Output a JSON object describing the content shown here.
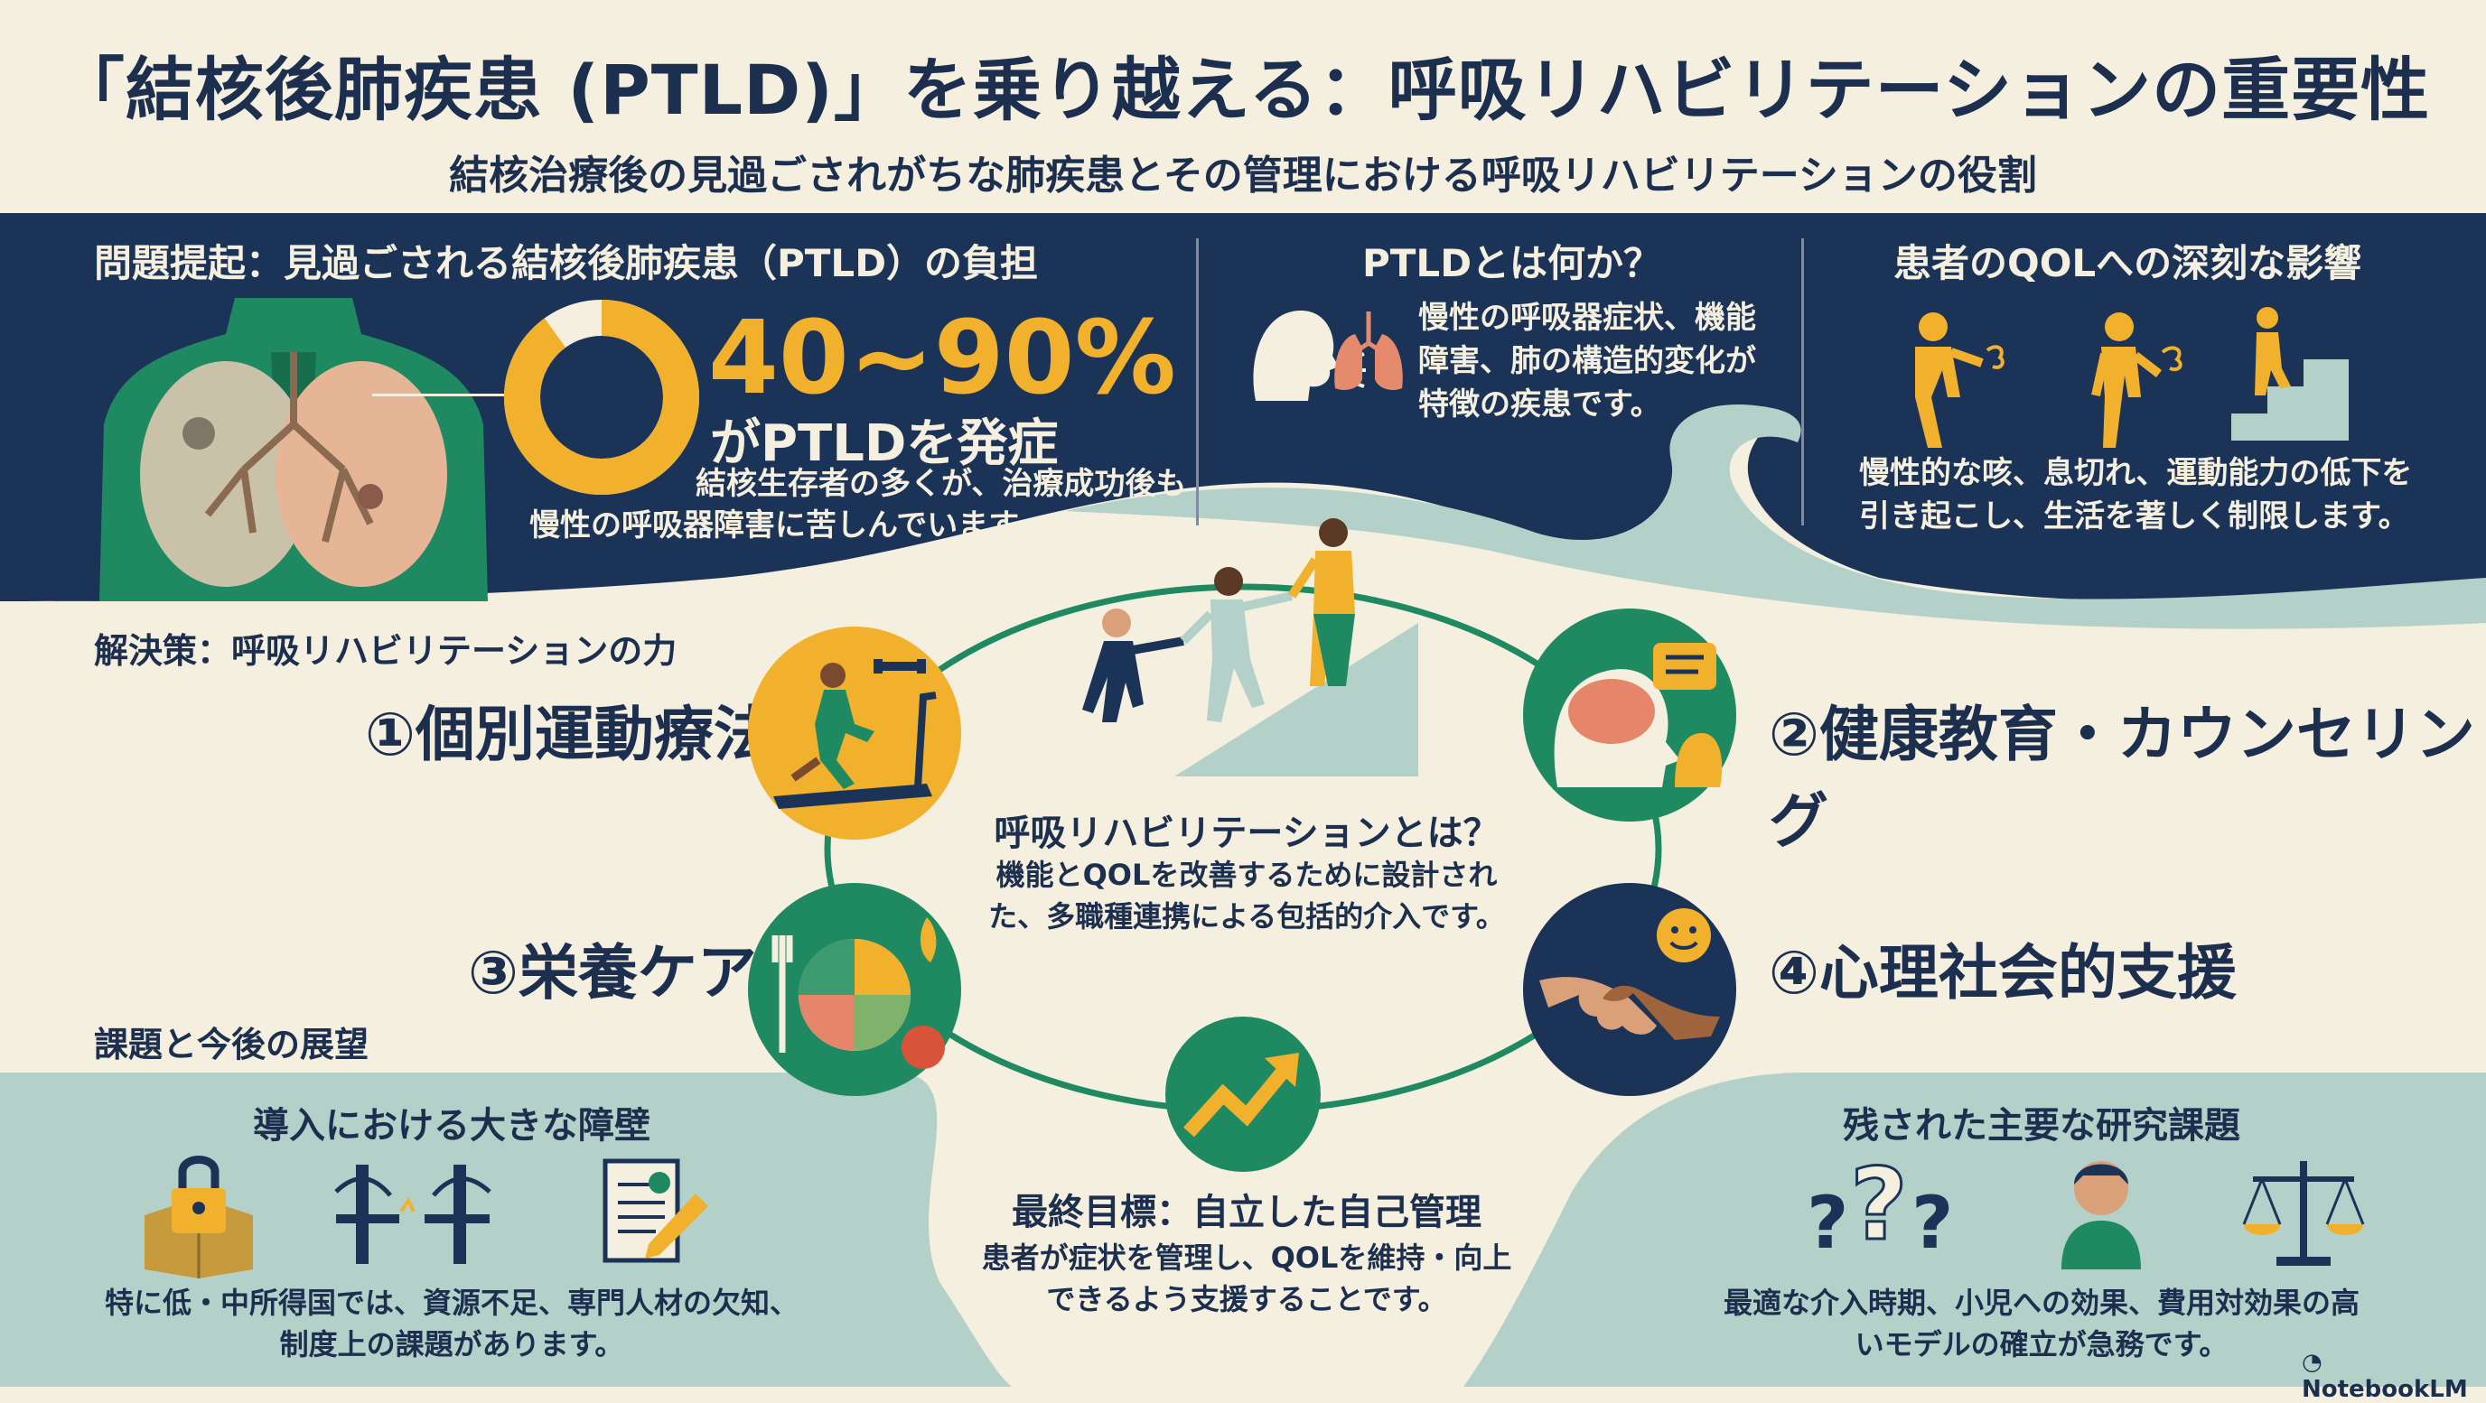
{
  "title": "「結核後肺疾患 (PTLD)」を乗り越える：呼吸リハビリテーションの重要性",
  "subtitle": "結核治療後の見過ごされがちな肺疾患とその管理における呼吸リハビリテーションの役割",
  "problem": {
    "heading": "問題提起：見過ごされる結核後肺疾患（PTLD）の負担",
    "percent": "40~90%",
    "percent_sub": "がPTLDを発症",
    "body_line1": "結核生存者の多くが、治療成功後も",
    "body_line2": "慢性の呼吸器障害に苦しんでいます。",
    "donut_fraction": 0.9
  },
  "what": {
    "heading": "PTLDとは何か？",
    "line1": "慢性の呼吸器症状、機能",
    "line2": "障害、肺の構造的変化が",
    "line3": "特徴の疾患です。"
  },
  "qol": {
    "heading": "患者のQOLへの深刻な影響",
    "line1": "慢性的な咳、息切れ、運動能力の低下を",
    "line2": "引き起こし、生活を著しく制限します。"
  },
  "solution": {
    "heading": "解決策：呼吸リハビリテーションの力",
    "pillar1": "①個別運動療法",
    "pillar2": "②健康教育・カウンセリング",
    "pillar3": "③栄養ケア",
    "pillar4": "④心理社会的支援",
    "center_title": "呼吸リハビリテーションとは？",
    "center_line1": "機能とQOLを改善するために設計され",
    "center_line2": "た、多職種連携による包括的介入です。",
    "goal_title": "最終目標：自立した自己管理",
    "goal_line1": "患者が症状を管理し、QOLを維持・向上",
    "goal_line2": "できるよう支援することです。"
  },
  "future": {
    "heading": "課題と今後の展望",
    "barrier_title": "導入における大きな障壁",
    "barrier_line1": "特に低・中所得国では、資源不足、専門人材の欠知、",
    "barrier_line2": "制度上の課題があります。",
    "research_title": "残された主要な研究課題",
    "research_line1": "最適な介入時期、小児への効果、費用対効果の高",
    "research_line2": "いモデルの確立が急務です。"
  },
  "brand": "NotebookLM",
  "colors": {
    "navy": "#1c3358",
    "green": "#1f8a62",
    "yellow": "#f2b12c",
    "cream": "#f4efde",
    "teal": "#b3d1c8"
  }
}
